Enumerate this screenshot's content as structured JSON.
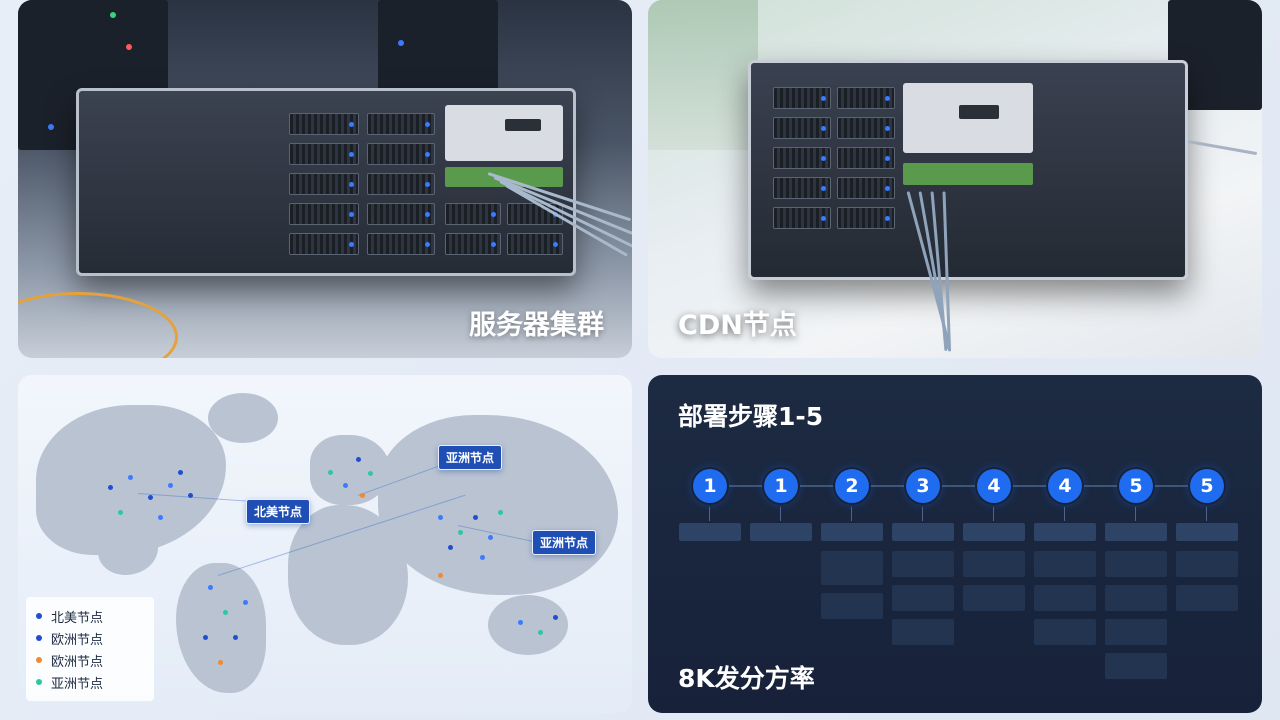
{
  "panels": {
    "server": {
      "caption": "服务器集群"
    },
    "cdn": {
      "caption": "CDN节点"
    },
    "map": {
      "labels": {
        "na": "北美节点",
        "asia_top": "亚洲节点",
        "asia_right": "亚洲节点"
      },
      "legend": [
        {
          "label": "北美节点",
          "color": "#1f4fd0"
        },
        {
          "label": "欧洲节点",
          "color": "#1f4fd0"
        },
        {
          "label": "欧洲节点",
          "color": "#f08a30"
        },
        {
          "label": "亚洲节点",
          "color": "#2ec7a0"
        }
      ]
    },
    "steps": {
      "title": "部署步骤1-5",
      "footer": "8K发分方率",
      "items": [
        {
          "number": "1"
        },
        {
          "number": "1"
        },
        {
          "number": "2"
        },
        {
          "number": "3"
        },
        {
          "number": "4"
        },
        {
          "number": "4"
        },
        {
          "number": "5"
        },
        {
          "number": "5"
        }
      ]
    }
  }
}
